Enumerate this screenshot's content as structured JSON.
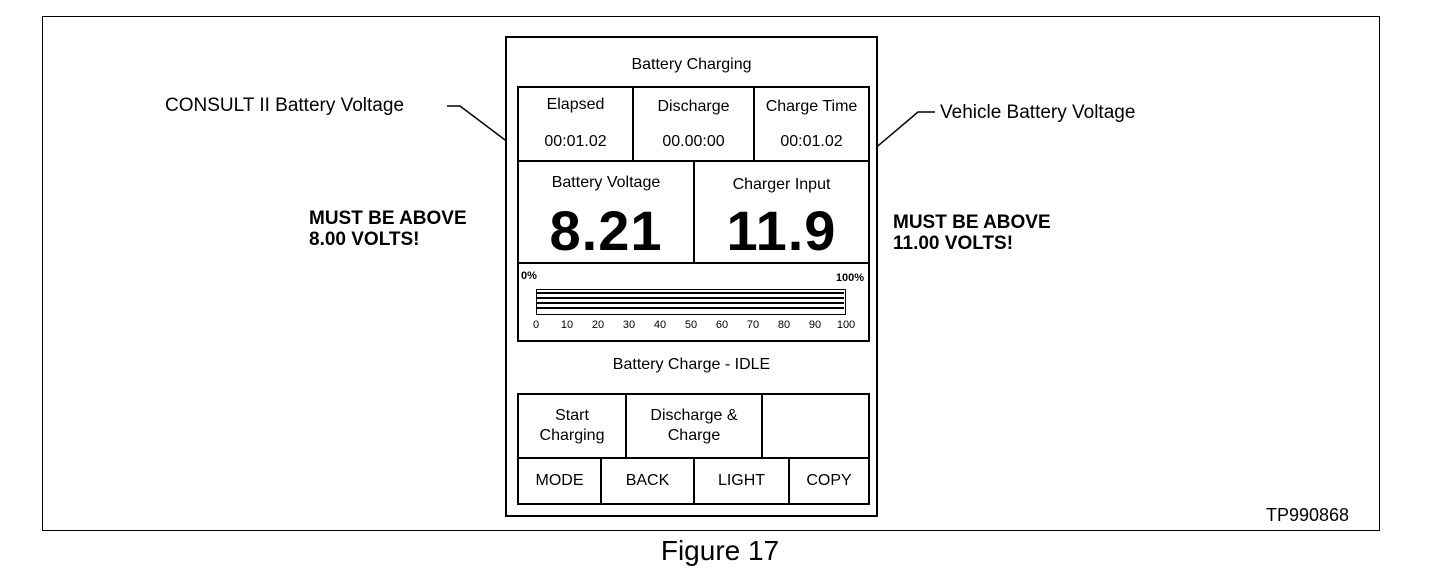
{
  "screen": {
    "title": "Battery Charging",
    "timers": [
      {
        "label": "Elapsed",
        "value": "00:01.02"
      },
      {
        "label": "Discharge",
        "value": "00.00:00"
      },
      {
        "label": "Charge Time",
        "value": "00:01.02"
      }
    ],
    "battery_voltage": {
      "label": "Battery Voltage",
      "value": "8.21"
    },
    "charger_input": {
      "label": "Charger Input",
      "value": "11.9"
    },
    "progress": {
      "min_label": "0%",
      "max_label": "100%",
      "ticks": [
        "0",
        "10",
        "20",
        "30",
        "40",
        "50",
        "60",
        "70",
        "80",
        "90",
        "100"
      ],
      "fill_percent": 100
    },
    "status": "Battery Charge - IDLE",
    "actions": {
      "start_charging": "Start\nCharging",
      "discharge_charge": "Discharge &\nCharge"
    },
    "softkeys": {
      "mode": "MODE",
      "back": "BACK",
      "light": "LIGHT",
      "copy": "COPY"
    }
  },
  "callouts": {
    "consult": "CONSULT II Battery Voltage",
    "vehicle": "Vehicle Battery Voltage"
  },
  "warnings": {
    "left_line1": "MUST BE ABOVE",
    "left_line2": "8.00 VOLTS!",
    "right_line1": "MUST BE ABOVE",
    "right_line2": "11.00 VOLTS!"
  },
  "figure_caption": "Figure 17",
  "figure_id": "TP990868"
}
